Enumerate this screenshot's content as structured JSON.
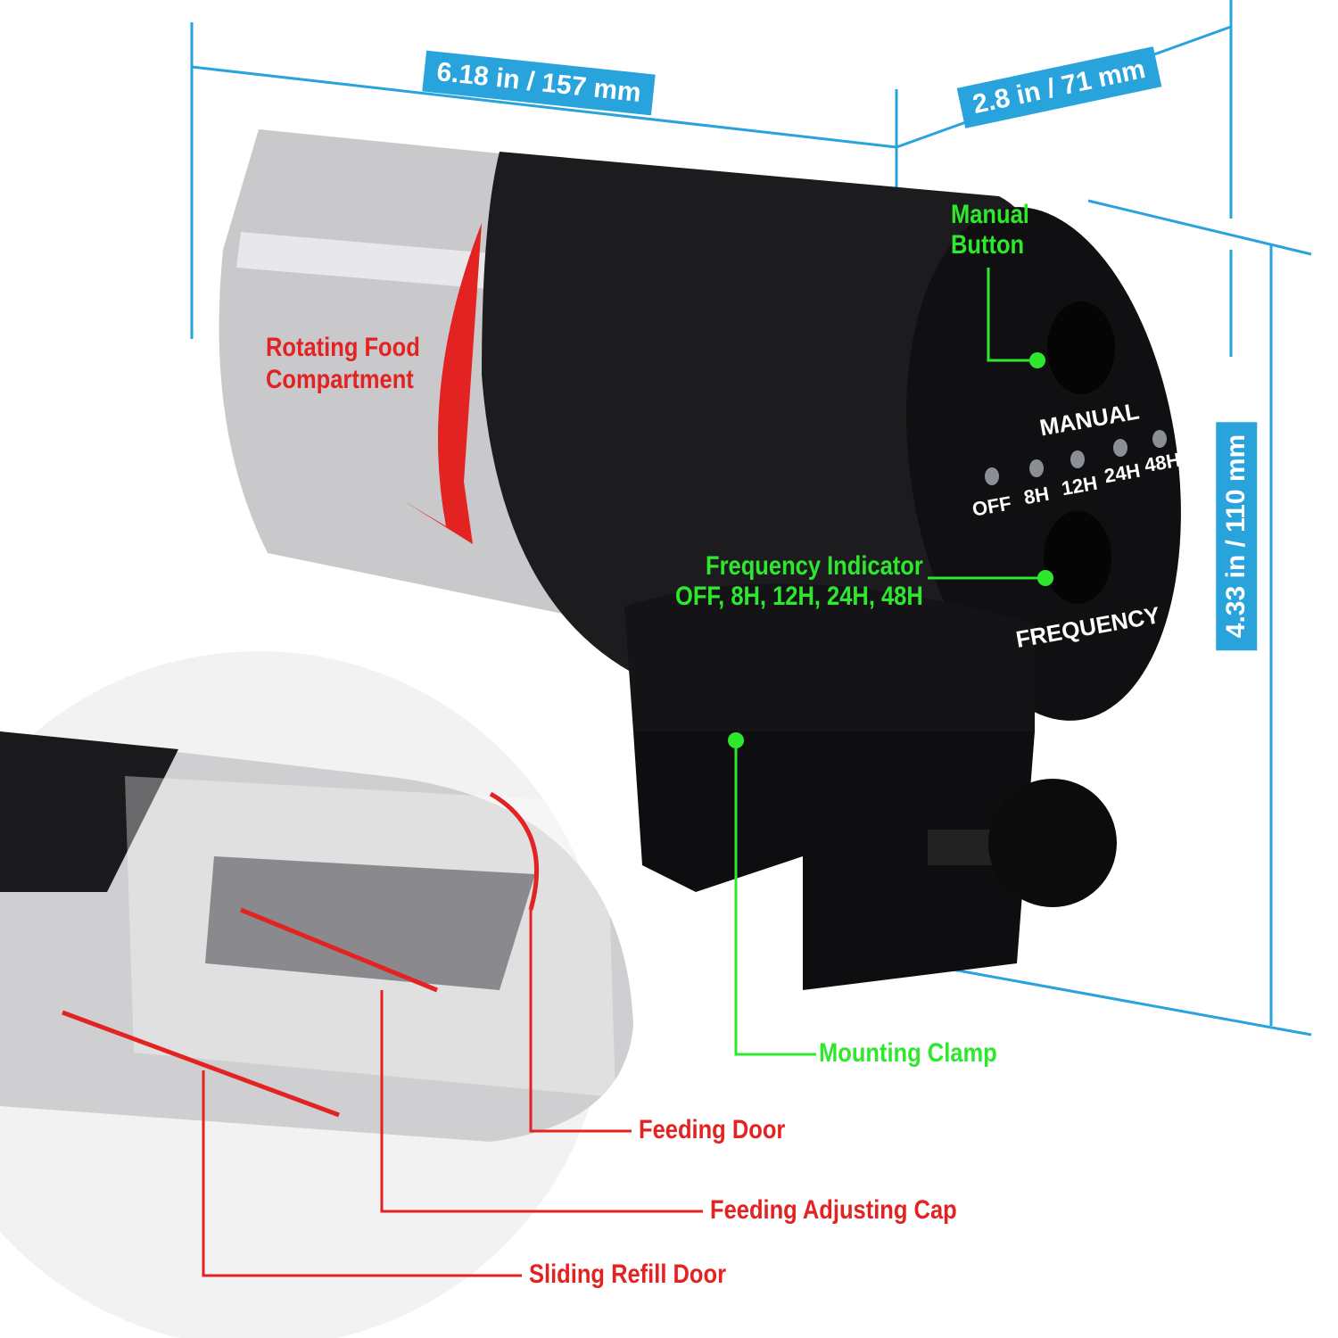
{
  "dimensions": {
    "length": "6.18 in / 157 mm",
    "width": "2.8 in / 71 mm",
    "height": "4.33 in / 110 mm"
  },
  "panel": {
    "manual_label": "MANUAL",
    "frequency_label": "FREQUENCY",
    "leds": [
      "OFF",
      "8H",
      "12H",
      "24H",
      "48H"
    ]
  },
  "callouts": {
    "manual_button": [
      "Manual",
      "Button"
    ],
    "frequency_indicator": [
      "Frequency Indicator",
      "OFF, 8H, 12H, 24H, 48H"
    ],
    "rotating_compartment": [
      "Rotating Food",
      "Compartment"
    ],
    "mounting_clamp": "Mounting Clamp",
    "feeding_door": "Feeding Door",
    "feeding_adjusting_cap": "Feeding Adjusting Cap",
    "sliding_refill_door": "Sliding Refill Door"
  },
  "colors": {
    "dimension_blue": "#29a3dc",
    "callout_green": "#2ee82e",
    "callout_red": "#e32222",
    "device_black": "#1c1c1e"
  }
}
